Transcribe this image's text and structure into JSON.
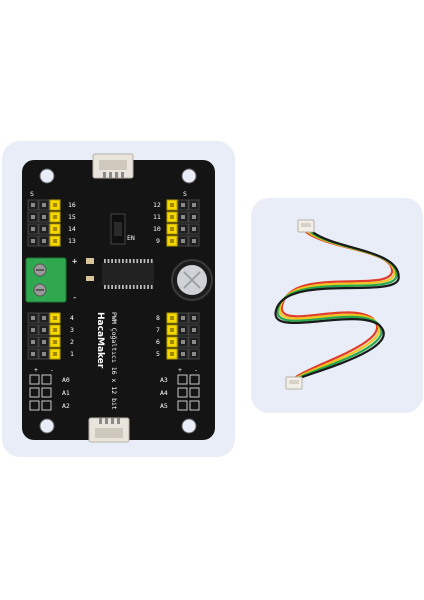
{
  "product": {
    "board": {
      "brand_text": "HacaMaker",
      "subtitle_text": "PWM Çoğaltıcı 16 x 12 bit",
      "left_channels": [
        "16",
        "15",
        "14",
        "13",
        "4",
        "3",
        "2",
        "1"
      ],
      "right_channels": [
        "12",
        "11",
        "10",
        "9",
        "8",
        "7",
        "6",
        "5"
      ],
      "addr_left": [
        "A0",
        "A1",
        "A2"
      ],
      "addr_right": [
        "A3",
        "A4",
        "A5"
      ],
      "polarity": [
        "+",
        "-"
      ],
      "header_marks": [
        "S",
        "+",
        "-"
      ],
      "jumper_label": "EN",
      "colors": {
        "pcb": "#141414",
        "pin_header": "#f5d800",
        "terminal": "#2fa84f",
        "panel": "#e8edf8",
        "connector": "#e9e4dc"
      }
    },
    "cable": {
      "wire_colors": [
        "#e23b2b",
        "#f0c419",
        "#2aa64a",
        "#1a1a1a"
      ]
    }
  }
}
